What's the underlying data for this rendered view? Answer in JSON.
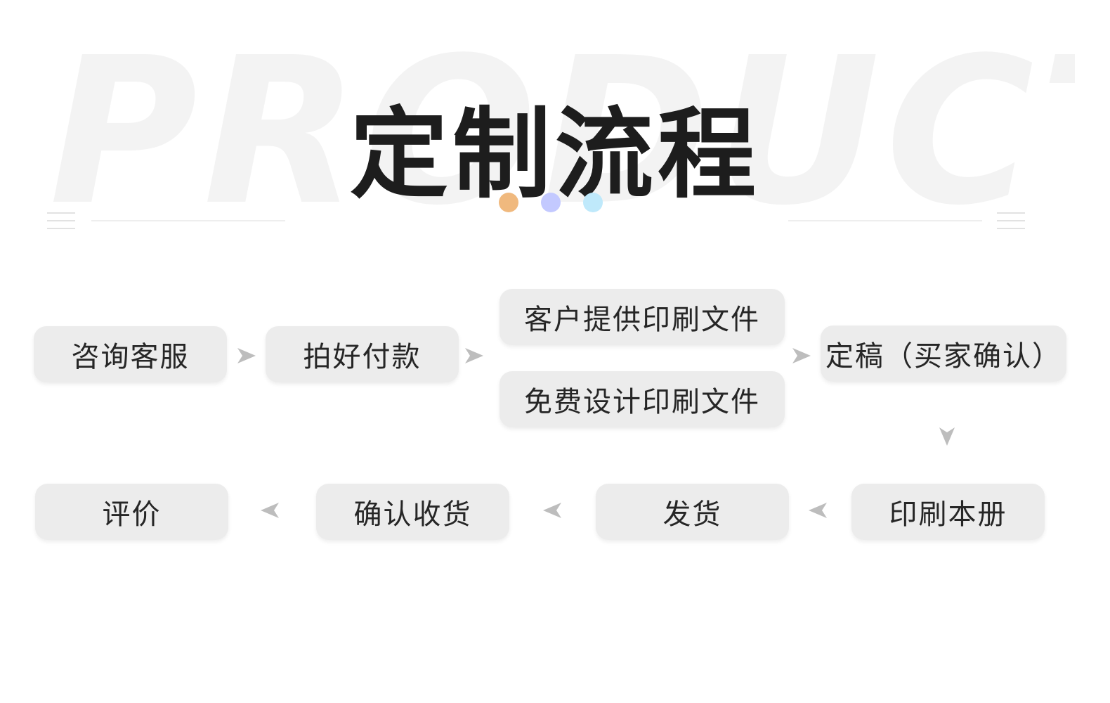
{
  "watermark": "PRODUCT",
  "title": "定制流程",
  "colors": {
    "dot1": "#f0b97e",
    "dot2": "#c3c9ff",
    "dot3": "#bfe9fb",
    "step_bg": "#ececec",
    "arrow": "#bdbdbd"
  },
  "steps": {
    "consult": "咨询客服",
    "pay": "拍好付款",
    "provide_file": "客户提供印刷文件",
    "free_design": "免费设计印刷文件",
    "finalize": "定稿（买家确认）",
    "print": "印刷本册",
    "ship": "发货",
    "confirm_receipt": "确认收货",
    "review": "评价"
  },
  "icons": {
    "arrow": "triangle-arrow-icon",
    "menu": "three-lines-icon"
  }
}
